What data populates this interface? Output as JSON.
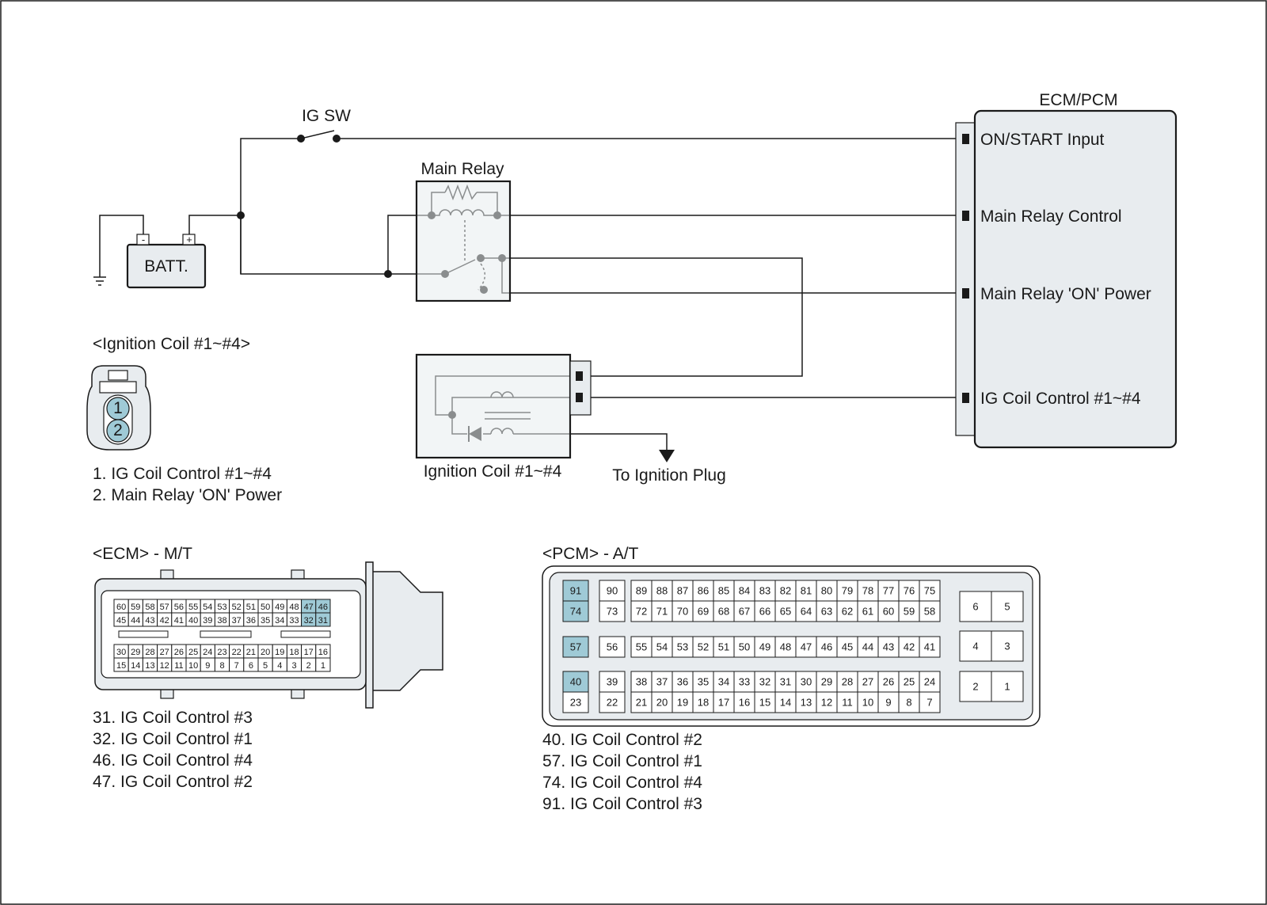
{
  "labels": {
    "ig_sw": "IG SW",
    "main_relay": "Main Relay",
    "ecm_pcm": "ECM/PCM",
    "batt": "BATT.",
    "batt_minus": "-",
    "batt_plus": "+",
    "ecm_pins": [
      "ON/START Input",
      "Main Relay Control",
      "Main Relay 'ON' Power",
      "IG Coil  Control #1~#4"
    ],
    "ignition_coil_title": "<Ignition Coil #1~#4>",
    "ignition_coil_box": "Ignition Coil #1~#4",
    "to_ignition_plug": "To Ignition Plug",
    "coil_connector_pins": [
      "1",
      "2"
    ],
    "coil_pin_desc": [
      "1. IG Coil  Control #1~#4",
      "2. Main Relay 'ON' Power"
    ],
    "ecm_mt_title": "<ECM> - M/T",
    "pcm_at_title": "<PCM> - A/T",
    "ecm_pin_desc": [
      "31. IG Coil  Control #3",
      "32. IG Coil  Control #1",
      "46. IG Coil  Control #4",
      "47. IG Coil  Control #2"
    ],
    "pcm_pin_desc": [
      "40. IG Coil  Control #2",
      "57. IG Coil  Control #1",
      "74. IG Coil  Control #4",
      "91. IG Coil  Control #3"
    ]
  },
  "ecm_connector": {
    "rows": [
      [
        "60",
        "59",
        "58",
        "57",
        "56",
        "55",
        "54",
        "53",
        "52",
        "51",
        "50",
        "49",
        "48",
        "47",
        "46"
      ],
      [
        "45",
        "44",
        "43",
        "42",
        "41",
        "40",
        "39",
        "38",
        "37",
        "36",
        "35",
        "34",
        "33",
        "32",
        "31"
      ],
      [
        "30",
        "29",
        "28",
        "27",
        "26",
        "25",
        "24",
        "23",
        "22",
        "21",
        "20",
        "19",
        "18",
        "17",
        "16"
      ],
      [
        "15",
        "14",
        "13",
        "12",
        "11",
        "10",
        "9",
        "8",
        "7",
        "6",
        "5",
        "4",
        "3",
        "2",
        "1"
      ]
    ],
    "highlighted": [
      "47",
      "46",
      "32",
      "31"
    ]
  },
  "pcm_connector": {
    "left_pins": [
      [
        "91",
        "74"
      ],
      [
        "57"
      ],
      [
        "40",
        "23"
      ]
    ],
    "second_pins": [
      [
        "90",
        "73"
      ],
      [
        "56"
      ],
      [
        "39",
        "22"
      ]
    ],
    "main_rows": [
      [
        "89",
        "88",
        "87",
        "86",
        "85",
        "84",
        "83",
        "82",
        "81",
        "80",
        "79",
        "78",
        "77",
        "76",
        "75"
      ],
      [
        "72",
        "71",
        "70",
        "69",
        "68",
        "67",
        "66",
        "65",
        "64",
        "63",
        "62",
        "61",
        "60",
        "59",
        "58"
      ],
      [
        "55",
        "54",
        "53",
        "52",
        "51",
        "50",
        "49",
        "48",
        "47",
        "46",
        "45",
        "44",
        "43",
        "42",
        "41"
      ],
      [
        "38",
        "37",
        "36",
        "35",
        "34",
        "33",
        "32",
        "31",
        "30",
        "29",
        "28",
        "27",
        "26",
        "25",
        "24"
      ],
      [
        "21",
        "20",
        "19",
        "18",
        "17",
        "16",
        "15",
        "14",
        "13",
        "12",
        "11",
        "10",
        "9",
        "8",
        "7"
      ]
    ],
    "right_pins": [
      [
        "6",
        "5"
      ],
      [
        "4",
        "3"
      ],
      [
        "2",
        "1"
      ]
    ],
    "highlighted": [
      "91",
      "74",
      "57",
      "40"
    ]
  }
}
